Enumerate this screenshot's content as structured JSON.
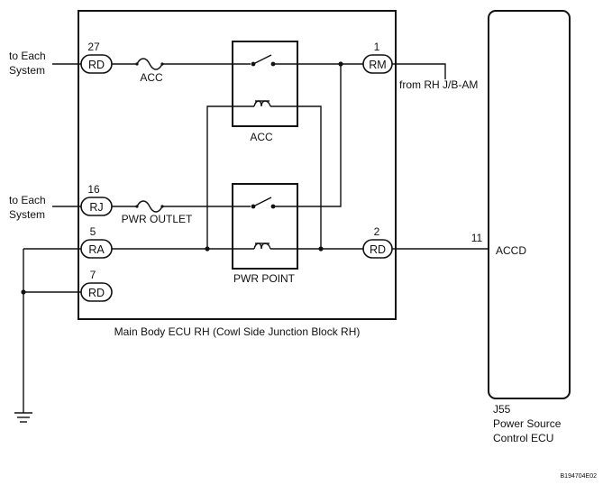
{
  "ecu_block": {
    "caption": "Main Body ECU RH (Cowl Side Junction Block RH)"
  },
  "external_labels": {
    "to_each_system_top": [
      "to Each",
      "System"
    ],
    "to_each_system_mid": [
      "to Each",
      "System"
    ],
    "from_rh_jb": "from RH J/B-AM"
  },
  "connectors": {
    "c27": {
      "pin": "27",
      "code": "RD"
    },
    "c16": {
      "pin": "16",
      "code": "RJ"
    },
    "c5": {
      "pin": "5",
      "code": "RA"
    },
    "c7": {
      "pin": "7",
      "code": "RD"
    },
    "c1": {
      "pin": "1",
      "code": "RM"
    },
    "c2": {
      "pin": "2",
      "code": "RD"
    }
  },
  "fuses": {
    "acc": "ACC",
    "pwr_outlet": "PWR OUTLET"
  },
  "relays": {
    "acc": "ACC",
    "pwr_point": "PWR POINT"
  },
  "power_source_ecu": {
    "pin": "11",
    "terminal": "ACCD",
    "code": "J55",
    "name_line1": "Power Source",
    "name_line2": "Control ECU"
  },
  "figure_code": "B194704E02"
}
